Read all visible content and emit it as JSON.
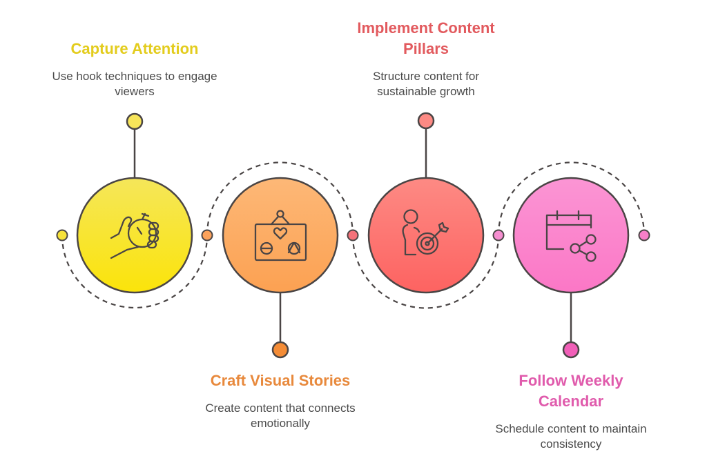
{
  "diagram": {
    "steps": [
      {
        "title": "Capture Attention",
        "description": "Use hook techniques to engage viewers",
        "icon": "hand-stopwatch-icon",
        "color": "#f6e51d",
        "title_color": "#e3cc1d",
        "label_position": "top"
      },
      {
        "title": "Craft Visual Stories",
        "description": "Create content that connects emotionally",
        "icon": "picture-frame-faces-icon",
        "color": "#fdac62",
        "title_color": "#e8893c",
        "label_position": "bottom"
      },
      {
        "title": "Implement Content Pillars",
        "description": "Structure content for sustainable growth",
        "icon": "person-target-icon",
        "color": "#fd736e",
        "title_color": "#e25a5e",
        "label_position": "top"
      },
      {
        "title": "Follow Weekly Calendar",
        "description": "Schedule content to maintain consistency",
        "icon": "calendar-share-icon",
        "color": "#fb86cf",
        "title_color": "#e05bac",
        "label_position": "bottom"
      }
    ],
    "stroke_color": "#4a4545"
  }
}
